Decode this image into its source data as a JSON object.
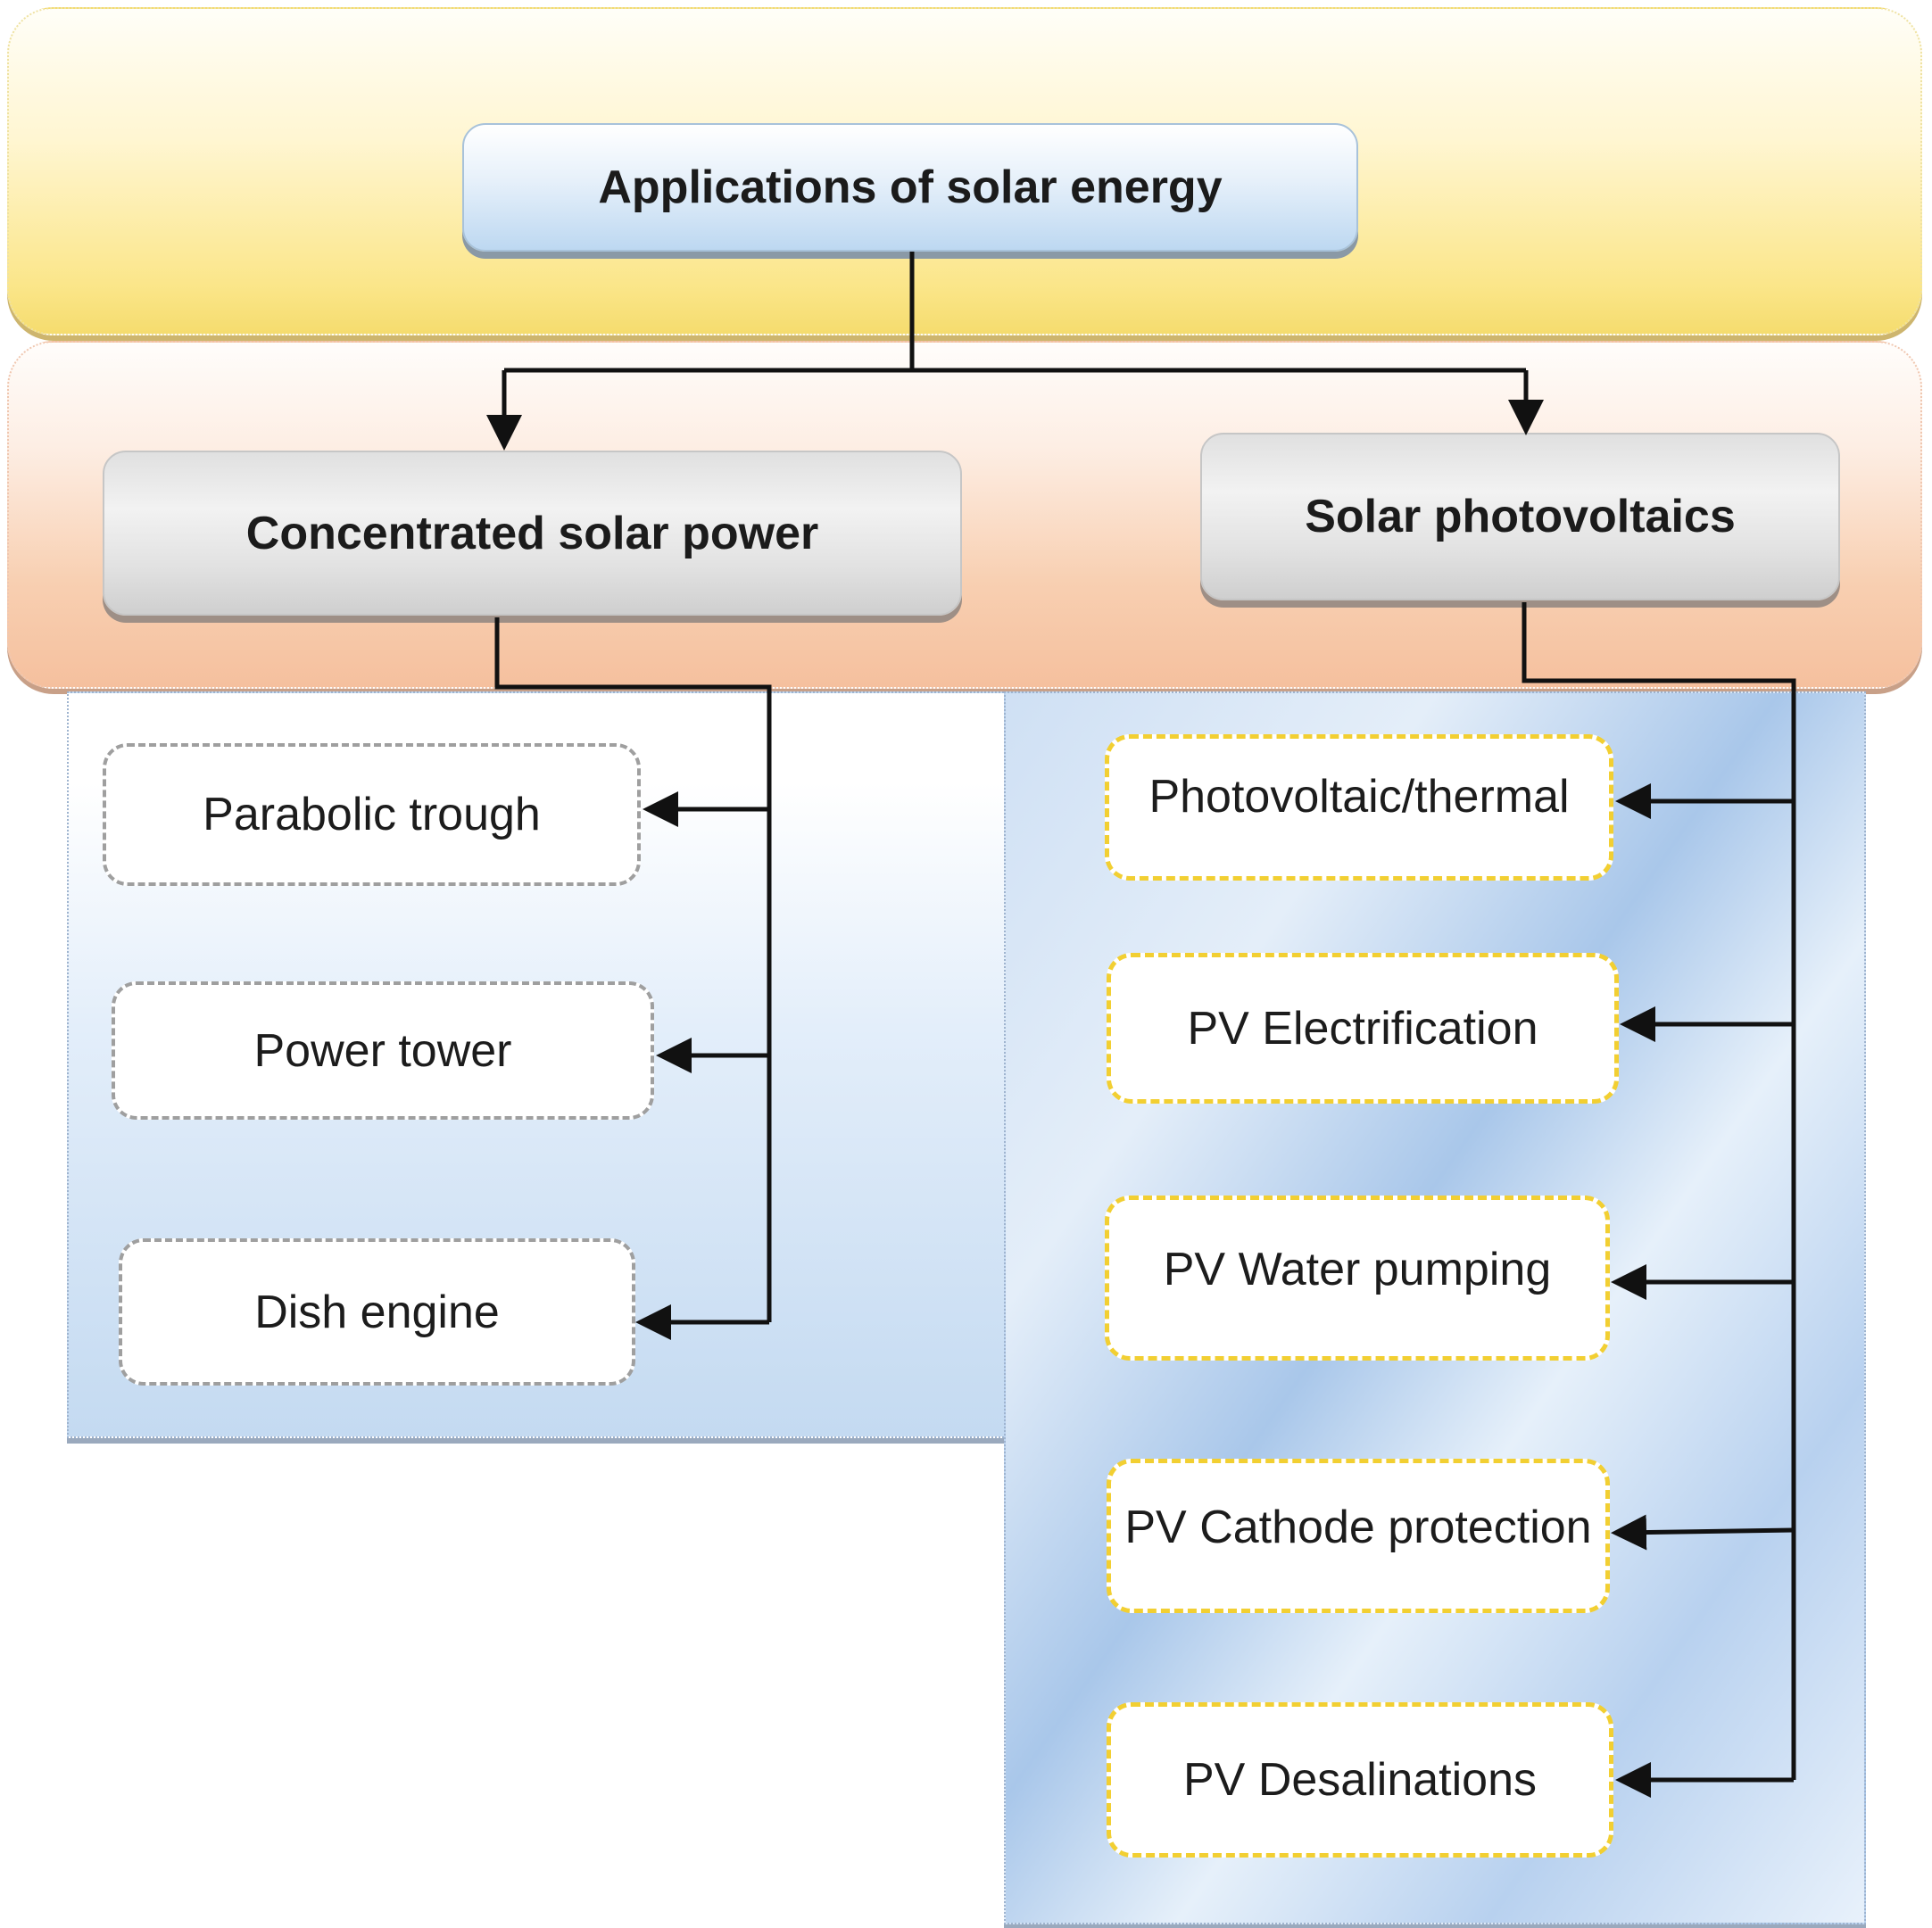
{
  "diagram": {
    "root": {
      "label": "Applications of solar energy"
    },
    "categories": [
      {
        "label": "Concentrated solar power",
        "children": [
          "Parabolic trough",
          "Power tower",
          "Dish engine"
        ]
      },
      {
        "label": "Solar photovoltaics",
        "children": [
          "Photovoltaic/thermal",
          "PV Electrification",
          "PV Water pumping",
          "PV Cathode protection",
          "PV Desalinations"
        ]
      }
    ]
  },
  "colors": {
    "top_band": "#fbe68a",
    "middle_band": "#f5c09e",
    "panel_blue": "#c4daf1",
    "csp_leaf_border": "#9f9f9f",
    "pv_leaf_border": "#f2cf32",
    "connector": "#111111"
  }
}
